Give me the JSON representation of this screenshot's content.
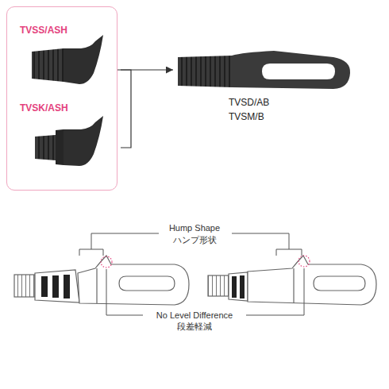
{
  "diagram": {
    "nodes": [
      {
        "text": [
          "TVSS/ASH",
          "TVSK/ASH"
        ]
      },
      {
        "text": [
          "TVSD/AB",
          "TVSM/B"
        ]
      }
    ],
    "edges": [
      {
        "from": 0,
        "to": 1,
        "arrow": "to"
      }
    ],
    "labels": [
      "Hump Shape",
      "ハンプ形状",
      "No Level Difference",
      "段差軽減"
    ]
  }
}
